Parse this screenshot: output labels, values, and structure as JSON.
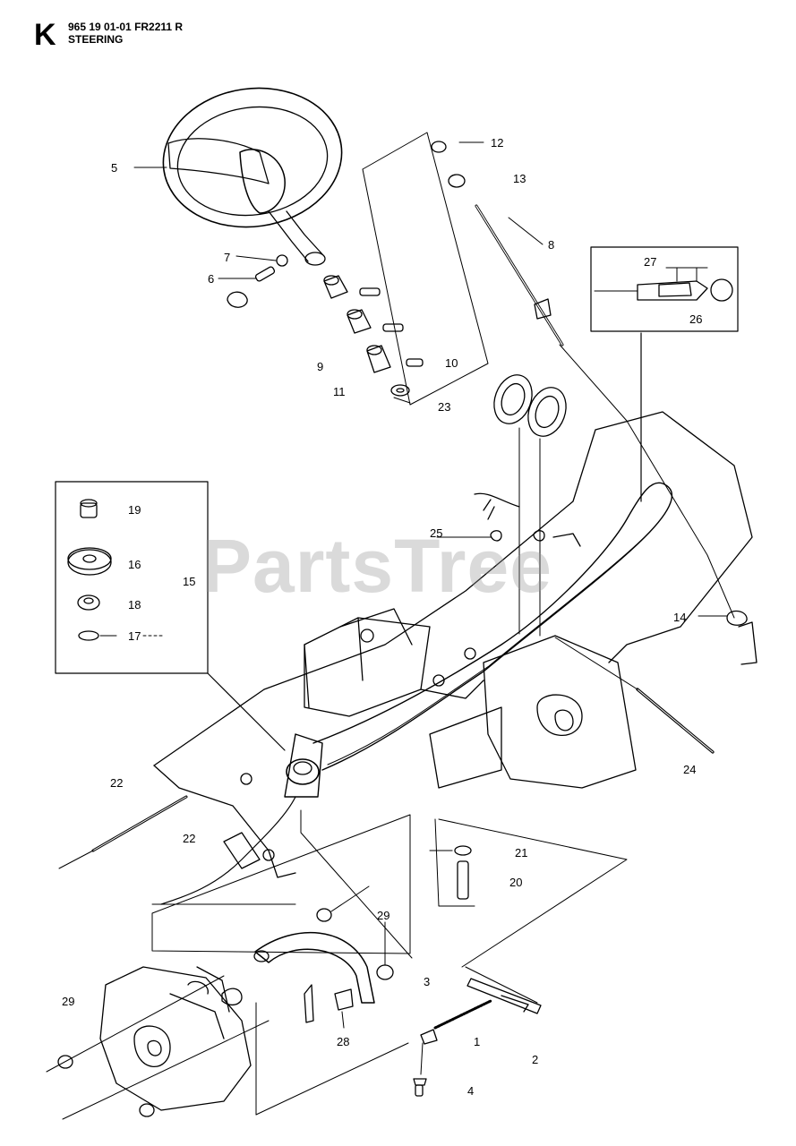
{
  "header": {
    "section_letter": "K",
    "model_code": "965 19 01-01 FR2211 R",
    "section_title": "STEERING"
  },
  "watermark": "PartsTree",
  "callouts": [
    {
      "id": "c5",
      "label": "5"
    },
    {
      "id": "c7",
      "label": "7"
    },
    {
      "id": "c6",
      "label": "6"
    },
    {
      "id": "c9",
      "label": "9"
    },
    {
      "id": "c11",
      "label": "11"
    },
    {
      "id": "c10",
      "label": "10"
    },
    {
      "id": "c23",
      "label": "23"
    },
    {
      "id": "c12",
      "label": "12"
    },
    {
      "id": "c13",
      "label": "13"
    },
    {
      "id": "c8",
      "label": "8"
    },
    {
      "id": "c27",
      "label": "27"
    },
    {
      "id": "c26",
      "label": "26"
    },
    {
      "id": "c19",
      "label": "19"
    },
    {
      "id": "c16",
      "label": "16"
    },
    {
      "id": "c15",
      "label": "15"
    },
    {
      "id": "c18",
      "label": "18"
    },
    {
      "id": "c17",
      "label": "17"
    },
    {
      "id": "c25",
      "label": "25"
    },
    {
      "id": "c14",
      "label": "14"
    },
    {
      "id": "c22a",
      "label": "22"
    },
    {
      "id": "c22b",
      "label": "22"
    },
    {
      "id": "c24",
      "label": "24"
    },
    {
      "id": "c21",
      "label": "21"
    },
    {
      "id": "c20",
      "label": "20"
    },
    {
      "id": "c29a",
      "label": "29"
    },
    {
      "id": "c29b",
      "label": "29"
    },
    {
      "id": "c3",
      "label": "3"
    },
    {
      "id": "c28",
      "label": "28"
    },
    {
      "id": "c1",
      "label": "1"
    },
    {
      "id": "c2",
      "label": "2"
    },
    {
      "id": "c4",
      "label": "4"
    }
  ]
}
